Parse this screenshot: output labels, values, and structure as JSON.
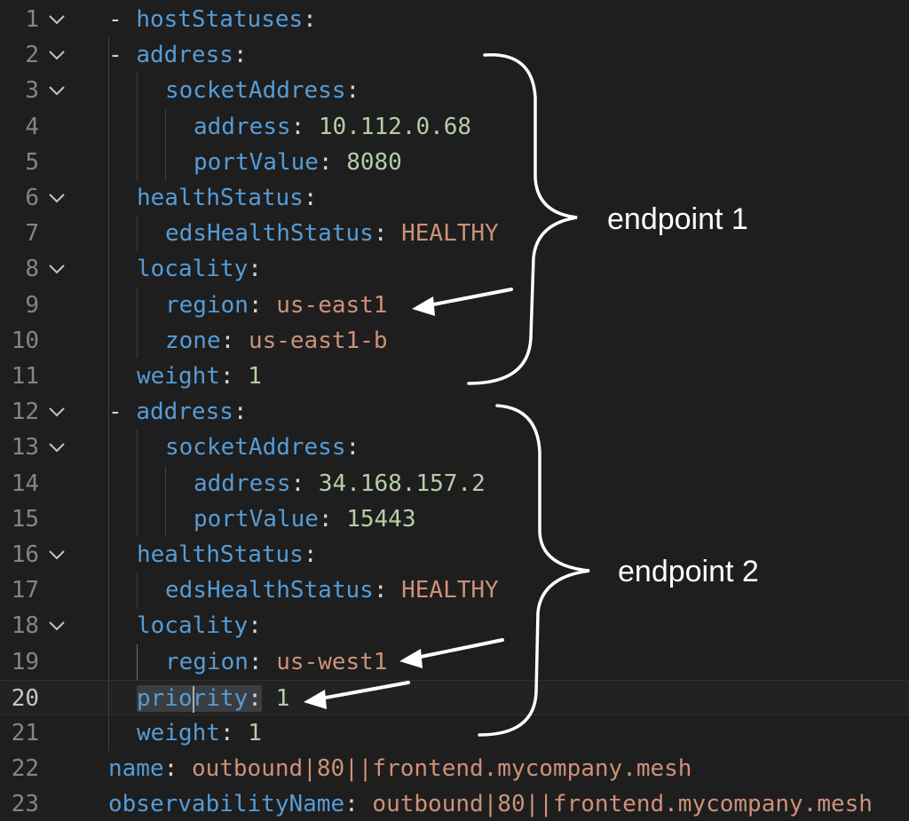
{
  "editor": {
    "current_line": "20",
    "lines": [
      {
        "num": "1",
        "fold": true,
        "tokens": [
          [
            "p",
            "- "
          ],
          [
            "k",
            "hostStatuses"
          ],
          [
            "p",
            ":"
          ]
        ]
      },
      {
        "num": "2",
        "fold": true,
        "tokens": [
          [
            "p",
            "- "
          ],
          [
            "k",
            "address"
          ],
          [
            "p",
            ":"
          ]
        ]
      },
      {
        "num": "3",
        "fold": true,
        "tokens": [
          [
            "k",
            "socketAddress"
          ],
          [
            "p",
            ":"
          ]
        ]
      },
      {
        "num": "4",
        "fold": false,
        "tokens": [
          [
            "k",
            "address"
          ],
          [
            "p",
            ": "
          ],
          [
            "n",
            "10.112.0.68"
          ]
        ]
      },
      {
        "num": "5",
        "fold": false,
        "tokens": [
          [
            "k",
            "portValue"
          ],
          [
            "p",
            ": "
          ],
          [
            "n",
            "8080"
          ]
        ]
      },
      {
        "num": "6",
        "fold": true,
        "tokens": [
          [
            "k",
            "healthStatus"
          ],
          [
            "p",
            ":"
          ]
        ]
      },
      {
        "num": "7",
        "fold": false,
        "tokens": [
          [
            "k",
            "edsHealthStatus"
          ],
          [
            "p",
            ": "
          ],
          [
            "s",
            "HEALTHY"
          ]
        ]
      },
      {
        "num": "8",
        "fold": true,
        "tokens": [
          [
            "k",
            "locality"
          ],
          [
            "p",
            ":"
          ]
        ]
      },
      {
        "num": "9",
        "fold": false,
        "tokens": [
          [
            "k",
            "region"
          ],
          [
            "p",
            ": "
          ],
          [
            "s",
            "us-east1"
          ]
        ]
      },
      {
        "num": "10",
        "fold": false,
        "tokens": [
          [
            "k",
            "zone"
          ],
          [
            "p",
            ": "
          ],
          [
            "s",
            "us-east1-b"
          ]
        ]
      },
      {
        "num": "11",
        "fold": false,
        "tokens": [
          [
            "k",
            "weight"
          ],
          [
            "p",
            ": "
          ],
          [
            "n",
            "1"
          ]
        ]
      },
      {
        "num": "12",
        "fold": true,
        "tokens": [
          [
            "p",
            "- "
          ],
          [
            "k",
            "address"
          ],
          [
            "p",
            ":"
          ]
        ]
      },
      {
        "num": "13",
        "fold": true,
        "tokens": [
          [
            "k",
            "socketAddress"
          ],
          [
            "p",
            ":"
          ]
        ]
      },
      {
        "num": "14",
        "fold": false,
        "tokens": [
          [
            "k",
            "address"
          ],
          [
            "p",
            ": "
          ],
          [
            "n",
            "34.168.157.2"
          ]
        ]
      },
      {
        "num": "15",
        "fold": false,
        "tokens": [
          [
            "k",
            "portValue"
          ],
          [
            "p",
            ": "
          ],
          [
            "n",
            "15443"
          ]
        ]
      },
      {
        "num": "16",
        "fold": true,
        "tokens": [
          [
            "k",
            "healthStatus"
          ],
          [
            "p",
            ":"
          ]
        ]
      },
      {
        "num": "17",
        "fold": false,
        "tokens": [
          [
            "k",
            "edsHealthStatus"
          ],
          [
            "p",
            ": "
          ],
          [
            "s",
            "HEALTHY"
          ]
        ]
      },
      {
        "num": "18",
        "fold": true,
        "tokens": [
          [
            "k",
            "locality"
          ],
          [
            "p",
            ":"
          ]
        ]
      },
      {
        "num": "19",
        "fold": false,
        "tokens": [
          [
            "k",
            "region"
          ],
          [
            "p",
            ": "
          ],
          [
            "s",
            "us-west1"
          ]
        ]
      },
      {
        "num": "20",
        "fold": false,
        "tokens": [
          [
            "ksel",
            "prio"
          ],
          [
            "ksel",
            "rity"
          ],
          [
            "psel",
            ":"
          ],
          [
            "p",
            " "
          ],
          [
            "n",
            "1"
          ]
        ]
      },
      {
        "num": "21",
        "fold": false,
        "tokens": [
          [
            "k",
            "weight"
          ],
          [
            "p",
            ": "
          ],
          [
            "n",
            "1"
          ]
        ]
      },
      {
        "num": "22",
        "fold": false,
        "tokens": [
          [
            "k",
            "name"
          ],
          [
            "p",
            ": "
          ],
          [
            "s",
            "outbound|80||frontend.mycompany.mesh"
          ]
        ]
      },
      {
        "num": "23",
        "fold": false,
        "tokens": [
          [
            "k",
            "observabilityName"
          ],
          [
            "p",
            ": "
          ],
          [
            "s",
            "outbound|80||frontend.mycompany.mesh"
          ]
        ]
      }
    ]
  },
  "annotations": {
    "endpoint1_label": "endpoint 1",
    "endpoint2_label": "endpoint 2"
  },
  "colors": {
    "background": "#1e1e1e",
    "key": "#569cd6",
    "number": "#b5cea8",
    "string": "#ce9178",
    "punctuation": "#d4d4d4",
    "line_number": "#858585",
    "annotation": "#ffffff"
  }
}
